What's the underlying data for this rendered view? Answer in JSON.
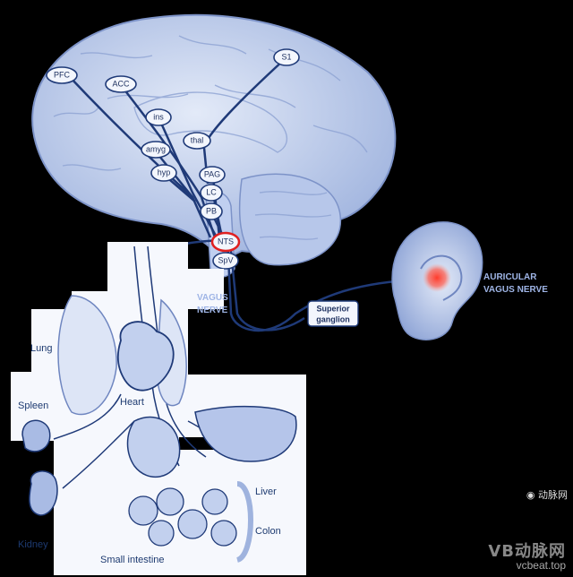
{
  "brain_nodes": [
    {
      "id": "pfc",
      "label": "PFC"
    },
    {
      "id": "acc",
      "label": "ACC"
    },
    {
      "id": "s1",
      "label": "S1"
    },
    {
      "id": "ins",
      "label": "ins"
    },
    {
      "id": "amyg",
      "label": "amyg"
    },
    {
      "id": "hyp",
      "label": "hyp"
    },
    {
      "id": "thal",
      "label": "thal"
    },
    {
      "id": "pag",
      "label": "PAG"
    },
    {
      "id": "lc",
      "label": "LC"
    },
    {
      "id": "pb",
      "label": "PB"
    },
    {
      "id": "nts",
      "label": "NTS"
    },
    {
      "id": "spv",
      "label": "SpV"
    }
  ],
  "labels": {
    "vagus_nerve_line1": "VAGUS",
    "vagus_nerve_line2": "NERVE",
    "auricular_line1": "AURICULAR",
    "auricular_line2": "VAGUS NERVE",
    "superior_ganglion_line1": "Superior",
    "superior_ganglion_line2": "ganglion"
  },
  "organs": {
    "lung": "Lung",
    "heart": "Heart",
    "spleen": "Spleen",
    "kidney": "Kidney",
    "small_intestine": "Small intestine",
    "liver": "Liver",
    "colon": "Colon"
  },
  "watermark": {
    "wechat": "动脉网",
    "brand": "VB动脉网",
    "site": "vcbeat.top"
  },
  "colors": {
    "background": "#000000",
    "brain": "#c9d6f0",
    "line": "#1f3a78",
    "highlight": "#e02020",
    "label_blue": "#9fb5e6"
  }
}
